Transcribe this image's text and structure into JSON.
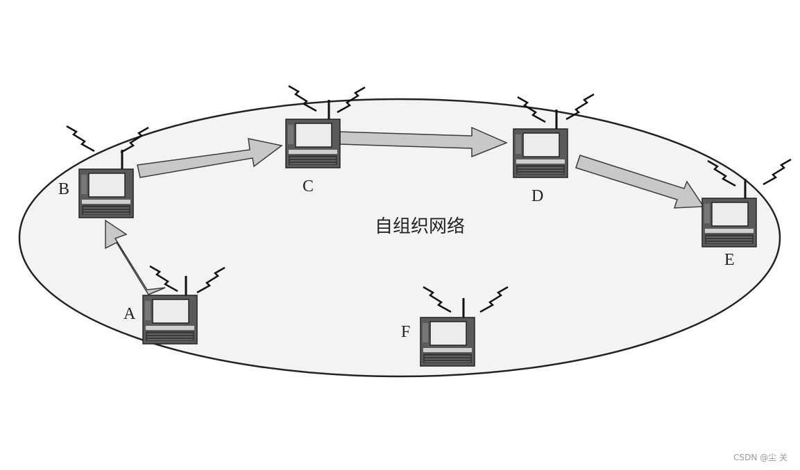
{
  "diagram": {
    "network_label": "自组织网络",
    "nodes": [
      {
        "id": "A",
        "label": "A"
      },
      {
        "id": "B",
        "label": "B"
      },
      {
        "id": "C",
        "label": "C"
      },
      {
        "id": "D",
        "label": "D"
      },
      {
        "id": "E",
        "label": "E"
      },
      {
        "id": "F",
        "label": "F"
      }
    ],
    "route": [
      "A",
      "B",
      "C",
      "D",
      "E"
    ]
  },
  "colors": {
    "ellipse_fill": "#f3f3f3",
    "ellipse_stroke": "#222222",
    "arrow_fill": "#c8c8c8",
    "arrow_stroke": "#3a3a3a",
    "laptop_body": "#5a5a5a",
    "laptop_screen": "#e8e8e8"
  },
  "watermark": "CSDN @尘  关"
}
